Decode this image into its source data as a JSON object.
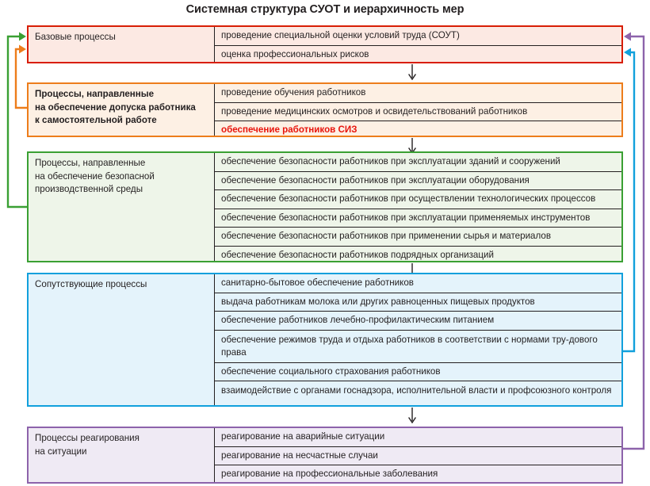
{
  "title": "Системная структура СУОТ и иерархичность мер",
  "colors": {
    "base": "#d81e05",
    "admission": "#ed7d1b",
    "safe_env": "#3aa033",
    "accompanying": "#11a0dc",
    "response": "#8d63ab",
    "highlight_text": "#e8140c"
  },
  "arrow_glyph": "↓",
  "blocks": [
    {
      "id": "base-processes",
      "label": "Базовые процессы",
      "color": "#d81e05",
      "rows": [
        "проведение специальной оценки условий труда (СОУТ)",
        "оценка профессиональных рисков"
      ]
    },
    {
      "id": "admission-processes",
      "label": "Процессы, направленные на обеспечение допуска работника к самостоятельной работе",
      "label_lines": [
        "Процессы, направленные",
        "на обеспечение допуска работника",
        "к самостоятельной работе"
      ],
      "color": "#ed7d1b",
      "rows": [
        "проведение обучения работников",
        "проведение медицинских осмотров и освидетельствований работников",
        "обеспечение работников СИЗ"
      ],
      "highlighted_row_index": 2
    },
    {
      "id": "safe-environment-processes",
      "label": "Процессы, направленные на обеспечение безопасной производственной среды",
      "label_lines": [
        "Процессы, направленные",
        "на обеспечение безопасной",
        "производственной среды"
      ],
      "color": "#3aa033",
      "rows": [
        "обеспечение безопасности работников при эксплуатации зданий и сооружений",
        "обеспечение безопасности работников при эксплуатации оборудования",
        "обеспечение безопасности работников при осуществлении технологических процессов",
        "обеспечение безопасности работников при эксплуатации применяемых инструментов",
        "обеспечение безопасности работников при применении сырья и материалов",
        "обеспечение безопасности работников подрядных организаций"
      ]
    },
    {
      "id": "accompanying-processes",
      "label": "Сопутствующие процессы",
      "label_lines": [
        "Сопутствующие процессы"
      ],
      "color": "#11a0dc",
      "rows": [
        "санитарно-бытовое обеспечение работников",
        "выдача работникам молока или других равноценных пищевых продуктов",
        "обеспечение работников лечебно-профилактическим питанием",
        "обеспечение режимов труда и отдыха работников в соответствии с нормами тру-дового права",
        "обеспечение социального страхования работников",
        "взаимодействие с органами госнадзора, исполнительной власти и профсоюзного контроля"
      ]
    },
    {
      "id": "response-processes",
      "label": "Процессы реагирования на ситуации",
      "label_lines": [
        "Процессы реагирования",
        "на ситуации"
      ],
      "color": "#8d63ab",
      "rows": [
        "реагирование на аварийные ситуации",
        "реагирование на несчастные случаи",
        "реагирование на профессиональные заболевания"
      ]
    }
  ],
  "connectors": [
    {
      "name": "green-feedback-to-base",
      "color": "#3aa033",
      "from": "safe-environment-processes",
      "to": "base-processes"
    },
    {
      "name": "orange-feedback-to-base",
      "color": "#ed7d1b",
      "from": "admission-processes",
      "to": "base-processes"
    },
    {
      "name": "blue-feedback-to-base",
      "color": "#11a0dc",
      "from": "accompanying-processes",
      "to": "base-processes"
    },
    {
      "name": "purple-feedback-to-base",
      "color": "#8d63ab",
      "from": "response-processes",
      "to": "base-processes"
    }
  ]
}
